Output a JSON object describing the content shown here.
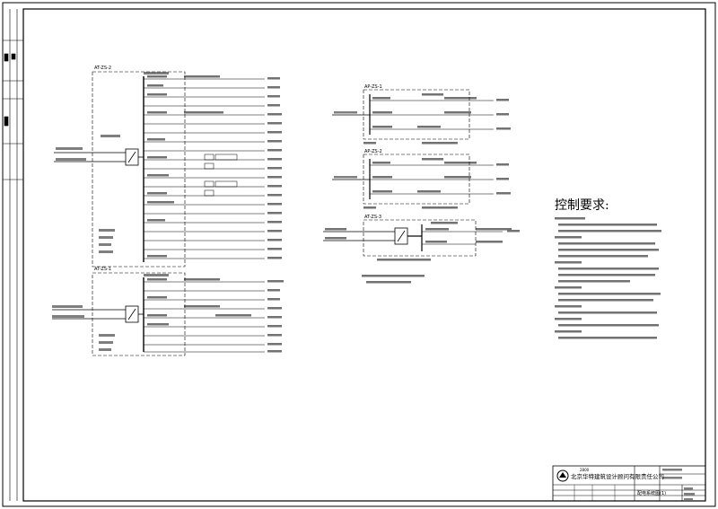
{
  "panels": {
    "a1": "AT-ZS-2",
    "a2": "AT-ZS-1",
    "b1": "AP-ZS-1",
    "b2": "AP-ZS-2",
    "b3": "AT-ZS-3"
  },
  "requirements": {
    "title": "控制要求:"
  },
  "title_block": {
    "company": "北京华特建筑设计顾问有限责任公司",
    "drawing_name": "配电系统图(1)",
    "seal_text": "2800"
  }
}
